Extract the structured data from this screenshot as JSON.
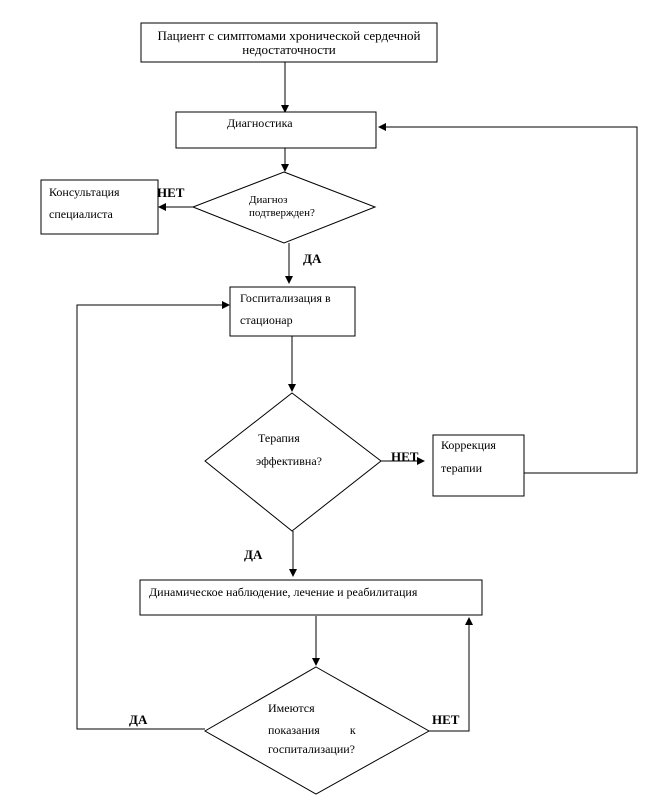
{
  "nodes": {
    "start": {
      "lines": [
        "Пациент с симптомами хронической сердечной",
        "недостаточности"
      ]
    },
    "diagnostics": {
      "lines": [
        "Диагностика"
      ]
    },
    "diagnosis_confirmed": {
      "lines": [
        "Диагноз",
        "подтвержден?"
      ]
    },
    "specialist_consultation": {
      "lines": [
        "Консультация",
        "специалиста"
      ]
    },
    "hospitalization": {
      "lines": [
        "Госпитализация в",
        "стационар"
      ]
    },
    "therapy_effective": {
      "lines": [
        "Терапия",
        "эффективна?"
      ]
    },
    "therapy_correction": {
      "lines": [
        "Коррекция",
        "терапии"
      ]
    },
    "observation": {
      "lines": [
        "Динамическое наблюдение, лечение и реабилитация"
      ]
    },
    "hospitalization_indicated": {
      "lines": [
        "Имеются",
        "показания          к",
        "госпитализации?"
      ]
    }
  },
  "edge_labels": {
    "diag_no": "НЕТ",
    "diag_yes": "ДА",
    "therapy_no": "НЕТ",
    "therapy_yes": "ДА",
    "indications_yes": "ДА",
    "indications_no": "НЕТ"
  }
}
